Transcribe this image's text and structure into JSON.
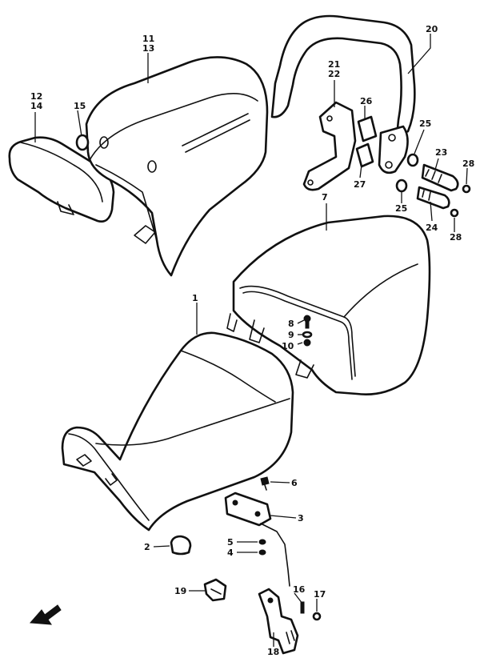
{
  "callouts": {
    "c1": "1",
    "c2": "2",
    "c3": "3",
    "c4": "4",
    "c5": "5",
    "c6": "6",
    "c7": "7",
    "c8": "8",
    "c9": "9",
    "c10": "10",
    "c11": "11",
    "c12": "12",
    "c13": "13",
    "c14": "14",
    "c15": "15",
    "c16": "16",
    "c17": "17",
    "c18": "18",
    "c19": "19",
    "c20": "20",
    "c21": "21",
    "c22": "22",
    "c23": "23",
    "c24": "24",
    "c25a": "25",
    "c25b": "25",
    "c26": "26",
    "c27": "27",
    "c28a": "28",
    "c28b": "28"
  }
}
